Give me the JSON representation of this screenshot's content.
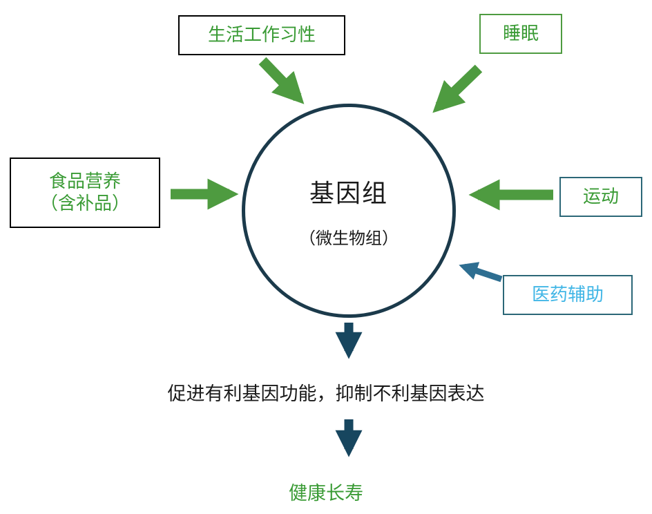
{
  "diagram": {
    "center": {
      "title": "基因组",
      "subtitle": "（微生物组）"
    },
    "nodes": {
      "habits": {
        "label": "生活工作习性"
      },
      "sleep": {
        "label": "睡眠"
      },
      "nutrition": {
        "line1": "食品营养",
        "line2": "（含补品）"
      },
      "exercise": {
        "label": "运动"
      },
      "medicine": {
        "label": "医药辅助"
      }
    },
    "outcome": {
      "statement": "促进有利基因功能，抑制不利基因表达",
      "result": "健康长寿"
    },
    "colors": {
      "green_text": "#3a9b35",
      "green_arrow": "#4e9b40",
      "blue_arrow": "#2e6e91",
      "dark_arrow": "#17465f",
      "circle_border": "#1b3a4b",
      "medicine_text": "#41b6e6",
      "teal_border": "#2b6777",
      "black_border": "#000000"
    }
  }
}
